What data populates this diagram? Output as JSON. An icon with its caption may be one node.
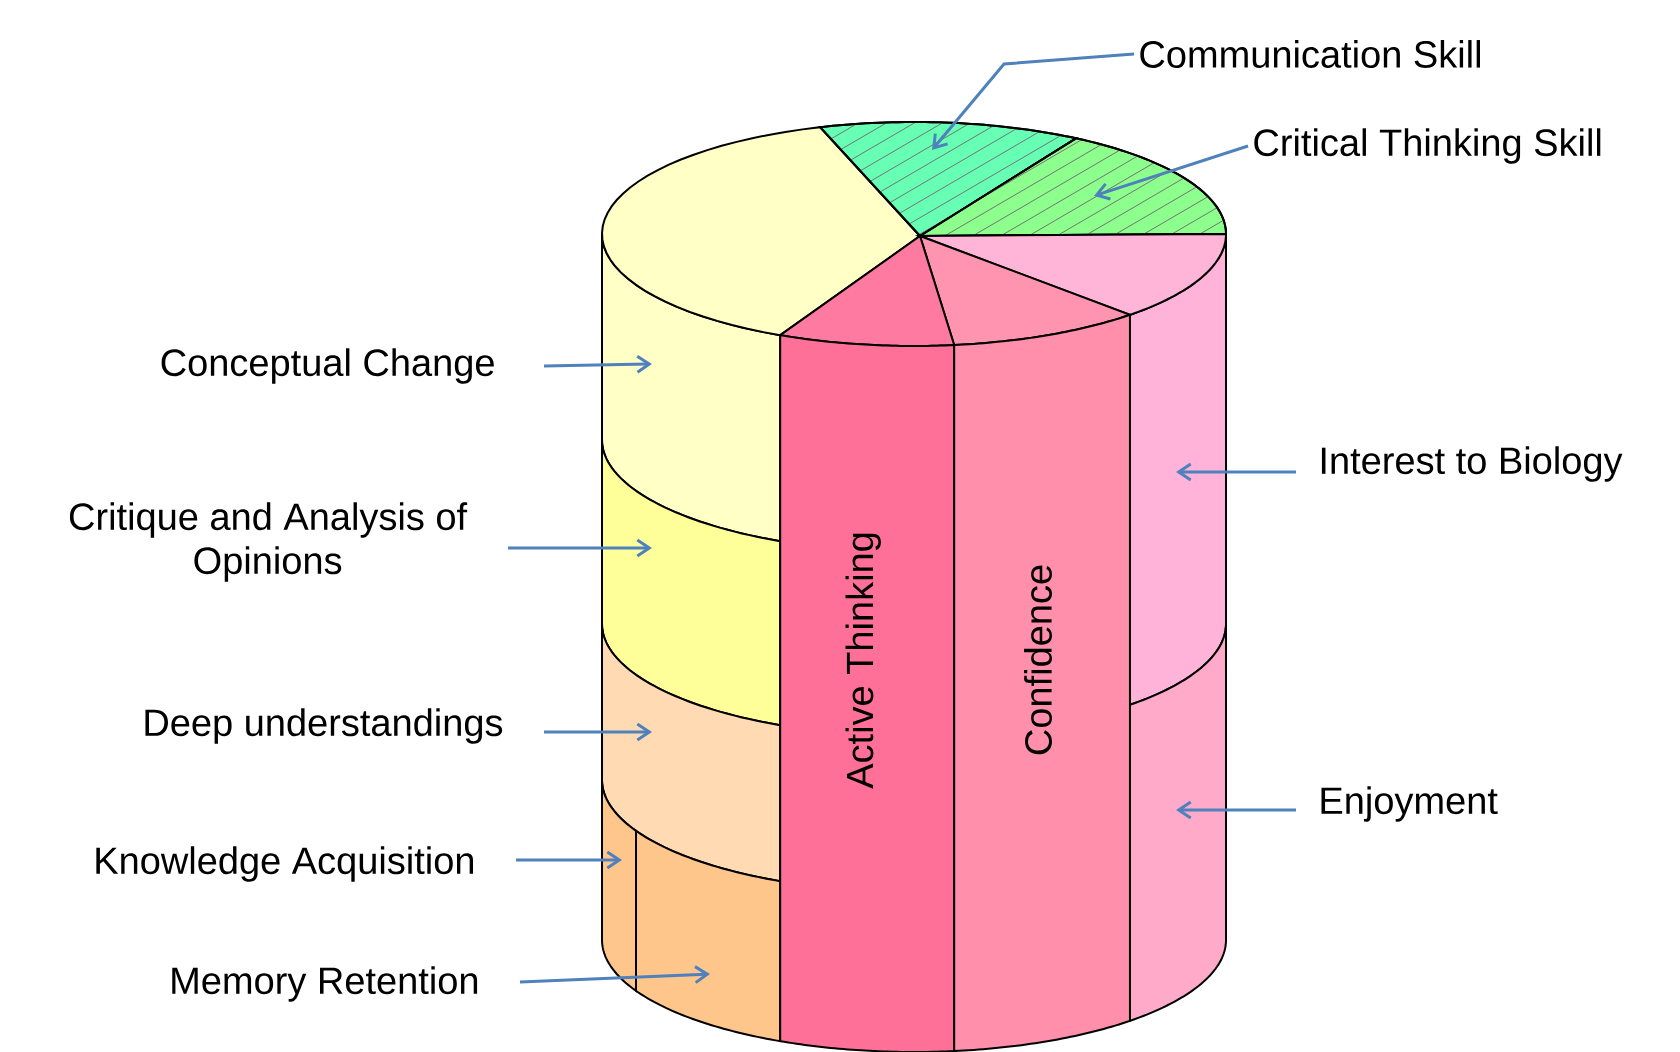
{
  "diagram": {
    "nodes": [
      {
        "text": [
          "Communication Skill"
        ]
      },
      {
        "text": [
          "Critical Thinking Skill"
        ]
      },
      {
        "text": [
          "Conceptual Change"
        ]
      },
      {
        "text": [
          "Critique and Analysis of Opinions"
        ]
      },
      {
        "text": [
          "Deep understandings"
        ]
      },
      {
        "text": [
          "Knowledge Acquisition"
        ]
      },
      {
        "text": [
          "Memory Retention"
        ]
      },
      {
        "text": [
          "Interest to Biology"
        ]
      },
      {
        "text": [
          "Enjoyment"
        ]
      },
      {
        "text": [
          "Active Thinking"
        ]
      },
      {
        "text": [
          "Confidence"
        ]
      }
    ],
    "edges": [
      {
        "from": 0,
        "to": null,
        "arrow": "to"
      },
      {
        "from": 1,
        "to": null,
        "arrow": "to"
      },
      {
        "from": 2,
        "to": null,
        "arrow": "to"
      },
      {
        "from": 3,
        "to": null,
        "arrow": "to"
      },
      {
        "from": 4,
        "to": null,
        "arrow": "to"
      },
      {
        "from": 5,
        "to": null,
        "arrow": "to"
      },
      {
        "from": 6,
        "to": null,
        "arrow": "to"
      },
      {
        "from": 7,
        "to": null,
        "arrow": "to"
      },
      {
        "from": 8,
        "to": null,
        "arrow": "to"
      }
    ]
  }
}
